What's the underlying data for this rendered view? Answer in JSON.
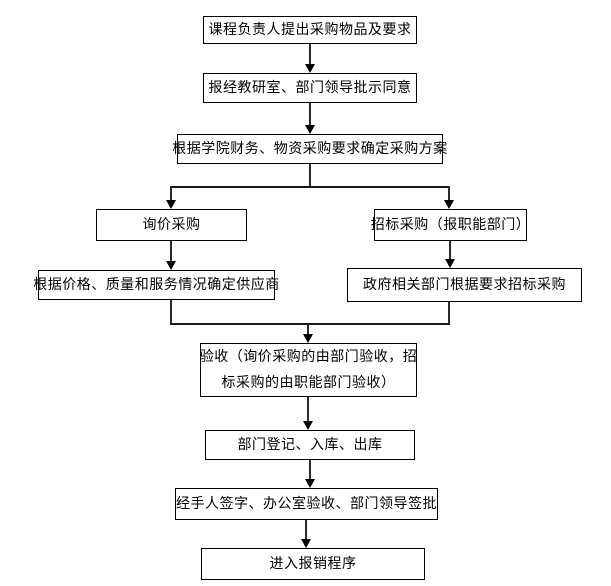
{
  "diagram": {
    "type": "flowchart",
    "colors": {
      "background": "#ffffff",
      "box_border": "#000000",
      "line": "#1a1a1a",
      "text": "#000000"
    },
    "nodes": {
      "propose": {
        "label": "课程负责人提出采购物品及要求"
      },
      "approve": {
        "label": "报经教研室、部门领导批示同意"
      },
      "plan": {
        "label": "根据学院财务、物资采购要求确定采购方案"
      },
      "inquiry": {
        "label": "询价采购"
      },
      "tender": {
        "label": "招标采购（报职能部门）"
      },
      "supplier": {
        "label": "根据价格、质量和服务情况确定供应商"
      },
      "gov_tender": {
        "label": "政府相关部门根据要求招标采购"
      },
      "acceptance": {
        "label": "验收（询价采购的由部门验收，招标采购的由职能部门验收）",
        "label_line1": "验收（询价采购的由部门验收，招",
        "label_line2": "标采购的由职能部门验收）"
      },
      "register": {
        "label": "部门登记、入库、出库"
      },
      "sign": {
        "label": "经手人签字、办公室验收、部门领导签批"
      },
      "reimburse": {
        "label": "进入报销程序"
      }
    },
    "edges": [
      {
        "from": "propose",
        "to": "approve"
      },
      {
        "from": "approve",
        "to": "plan"
      },
      {
        "from": "plan",
        "to": "inquiry"
      },
      {
        "from": "plan",
        "to": "tender"
      },
      {
        "from": "inquiry",
        "to": "supplier"
      },
      {
        "from": "tender",
        "to": "gov_tender"
      },
      {
        "from": "supplier",
        "to": "acceptance"
      },
      {
        "from": "gov_tender",
        "to": "acceptance"
      },
      {
        "from": "acceptance",
        "to": "register"
      },
      {
        "from": "register",
        "to": "sign"
      },
      {
        "from": "sign",
        "to": "reimburse"
      }
    ]
  }
}
